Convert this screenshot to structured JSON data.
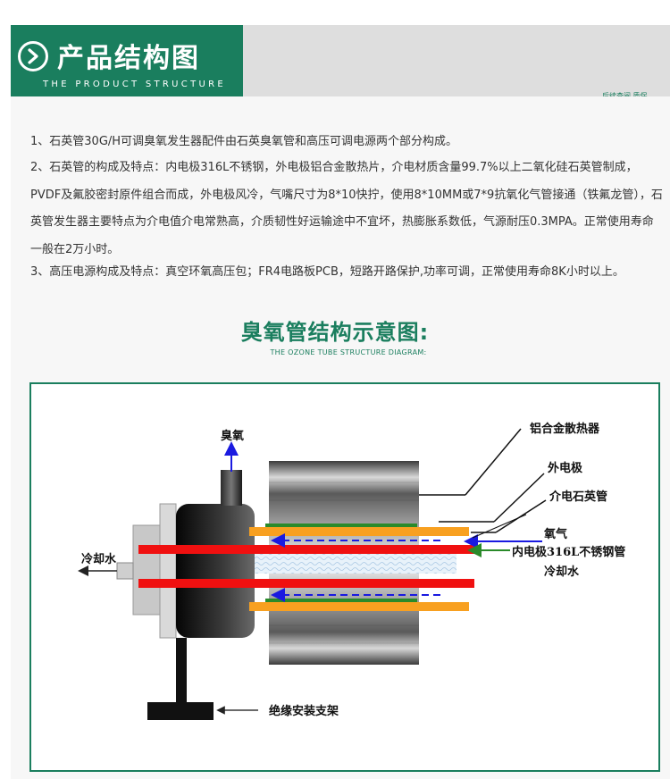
{
  "header": {
    "title": "产品结构图",
    "subtitle": "THE PRODUCT STRUCTURE",
    "corner_text": "后续查阅  质保"
  },
  "intro": {
    "item1": "1、石英管30G/H可调臭氧发生器配件由石英臭氧管和高压可调电源两个部分构成。",
    "item2": "2、石英管的构成及特点：内电极316L不锈钢，外电极铝合金散热片，介电材质含量99.7%以上二氧化硅石英管制成，PVDF及氟胶密封原件组合而成，外电极风冷，气嘴尺寸为8*10快拧，使用8*10MM或7*9抗氧化气管接通（铁氟龙管），石英管发生器主要特点为介电值介电常熟高，介质韧性好运输途中不宜坏，热膨胀系数低，气源耐压0.3MPA。正常使用寿命一般在2万小时。",
    "item3": "3、高压电源构成及特点：真空环氧高压包；FR4电路板PCB，短路开路保护,功率可调，正常使用寿命8K小时以上。"
  },
  "diagram": {
    "title": "臭氧管结构示意图:",
    "subtitle": "THE OZONE TUBE STRUCTURE DIAGRAM:",
    "labels": {
      "ozone": "臭氧",
      "cooling_water_out": "冷却水",
      "heatsink": "铝合金散热器",
      "outer_electrode": "外电极",
      "dielectric_quartz": "介电石英管",
      "oxygen": "氧气",
      "inner_electrode": "内电极316L不锈钢管",
      "cooling_water_in": "冷却水",
      "bracket": "绝缘安装支架"
    },
    "colors": {
      "accent": "#1a7e5e",
      "inner_electrode_red": "#f01010",
      "outer_electrode_green": "#2a8a2a",
      "quartz_orange": "#f8a020",
      "arrow_blue": "#1a1ae0"
    }
  }
}
